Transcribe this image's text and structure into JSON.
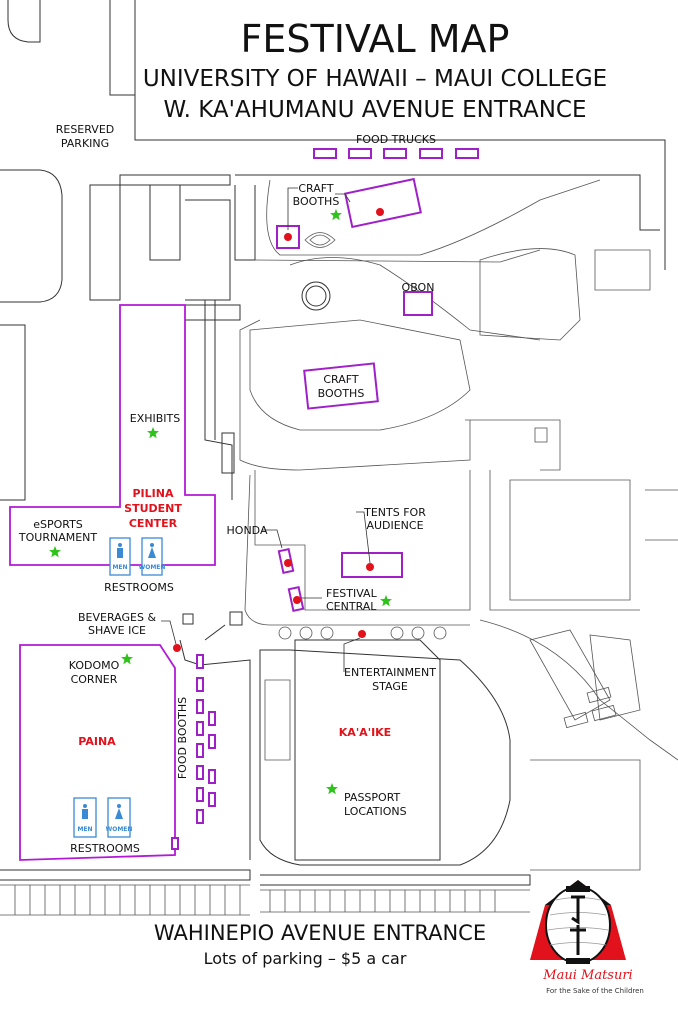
{
  "header": {
    "title": "FESTIVAL MAP",
    "subtitle1": "UNIVERSITY OF HAWAII – MAUI COLLEGE",
    "subtitle2": "W. KA'AHUMANU AVENUE ENTRANCE"
  },
  "footer": {
    "entrance": "WAHINEPIO AVENUE ENTRANCE",
    "parking": "Lots of parking – $5 a car"
  },
  "labels": {
    "reserved_1": "RESERVED",
    "reserved_2": "PARKING",
    "food_trucks": "FOOD TRUCKS",
    "craft_top_1": "CRAFT",
    "craft_top_2": "BOOTHS",
    "obon": "OBON",
    "craft_mid_1": "CRAFT",
    "craft_mid_2": "BOOTHS",
    "exhibits": "EXHIBITS",
    "pilina_1": "PILINA",
    "pilina_2": "STUDENT",
    "pilina_3": "CENTER",
    "esports_1": "eSPORTS",
    "esports_2": "TOURNAMENT",
    "restrooms_top": "RESTROOMS",
    "honda": "HONDA",
    "tents_1": "TENTS FOR",
    "tents_2": "AUDIENCE",
    "festival_1": "FESTIVAL",
    "festival_2": "CENTRAL",
    "beverages_1": "BEVERAGES &",
    "beverages_2": "SHAVE ICE",
    "kodomo_1": "KODOMO",
    "kodomo_2": "CORNER",
    "entertainment_1": "ENTERTAINMENT",
    "entertainment_2": "STAGE",
    "paina": "PAINA",
    "food_booths": "FOOD BOOTHS",
    "kaaike": "KA'A'IKE",
    "passport_1": "PASSPORT",
    "passport_2": "LOCATIONS",
    "restrooms_bottom": "RESTROOMS",
    "men": "MEN",
    "women": "WOMEN"
  },
  "logo": {
    "name": "Maui Matsuri",
    "tagline": "For the Sake of the Children"
  },
  "colors": {
    "booth_outline": "#a020c8",
    "activity_dot": "#e1121b",
    "passport_star": "#2ec31a",
    "restroom_blue": "#3a8ad6",
    "zone_label_red": "#e1121b"
  },
  "icons": [
    "restroom-icon",
    "activity-dot-icon",
    "passport-star-icon",
    "lantern-logo-icon"
  ]
}
